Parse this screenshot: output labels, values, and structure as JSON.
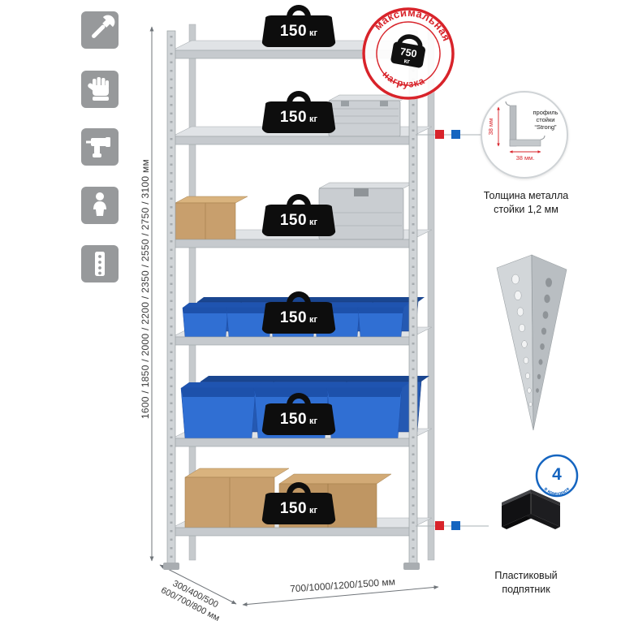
{
  "sidebar": {
    "icons": [
      {
        "name": "wrench-icon"
      },
      {
        "name": "gloves-icon"
      },
      {
        "name": "drill-icon"
      },
      {
        "name": "person-icon"
      },
      {
        "name": "profile-icon"
      }
    ]
  },
  "dimensions": {
    "height": "1600 / 1850 / 2000 / 2200 / 2350 / 2550 / 2750 / 3100 мм",
    "depth_line1": "300/400/500",
    "depth_line2": "600/700/800 мм",
    "width": "700/1000/1200/1500 мм"
  },
  "shelf_load": {
    "value": "150",
    "unit": "кг"
  },
  "max_load_stamp": {
    "arc_top": "максимальная",
    "arc_bottom": "нагрузка",
    "value": "750",
    "unit": "кг"
  },
  "profile_callout": {
    "line1": "профиль",
    "line2": "стойки",
    "line3": "“Strong”",
    "dim_vertical": "38 мм",
    "dim_horizontal": "38 мм.",
    "caption_line1": "Толщина металла",
    "caption_line2": "стойки 1,2 мм"
  },
  "foot_callout": {
    "badge_value": "4",
    "badge_arc": "в комплекте",
    "caption_line1": "Пластиковый",
    "caption_line2": "подпятник"
  },
  "colors": {
    "red": "#d8232a",
    "blue": "#1565c0",
    "bin_blue": "#306fd3",
    "metal": "#d0d4d7"
  }
}
